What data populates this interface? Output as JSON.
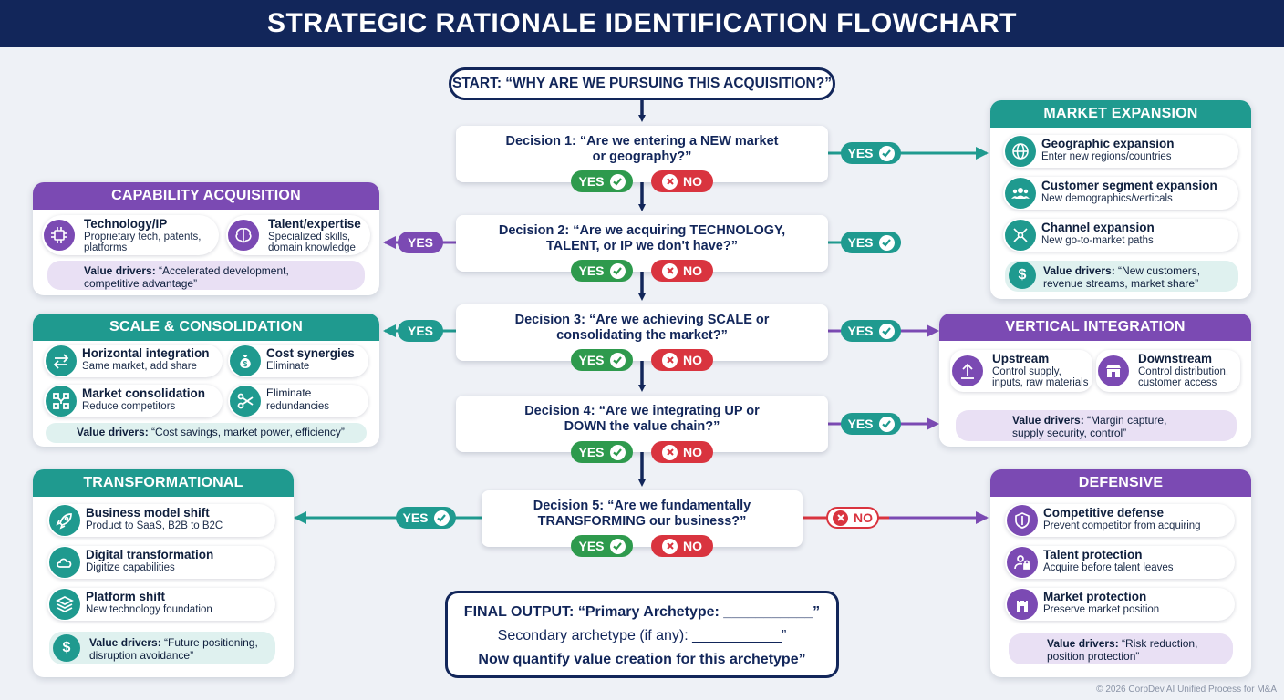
{
  "title": "STRATEGIC RATIONALE IDENTIFICATION FLOWCHART",
  "start": "START: “WHY ARE WE PURSUING THIS ACQUISITION?”",
  "decisions": [
    {
      "line1": "Decision 1: “Are we entering a NEW market",
      "line2": "or geography?”"
    },
    {
      "line1": "Decision 2: “Are we acquiring TECHNOLOGY,",
      "line2": "TALENT, or IP we don't have?”"
    },
    {
      "line1": "Decision 3: “Are we achieving SCALE or",
      "line2": "consolidating the market?”"
    },
    {
      "line1": "Decision 4: “Are we integrating UP or",
      "line2": "DOWN the value chain?”"
    },
    {
      "line1": "Decision 5: “Are we fundamentally",
      "line2": "TRANSFORMING our business?”"
    }
  ],
  "labels": {
    "yes": "YES",
    "no": "NO"
  },
  "market_expansion": {
    "title": "MARKET EXPANSION",
    "items": [
      {
        "icon": "globe-icon",
        "title": "Geographic expansion",
        "sub": "Enter new regions/countries"
      },
      {
        "icon": "people-icon",
        "title": "Customer segment expansion",
        "sub": "New demographics/verticals"
      },
      {
        "icon": "network-icon",
        "title": "Channel expansion",
        "sub": "New go-to-market paths"
      }
    ],
    "drivers_label": "Value drivers:",
    "drivers_1": " “New customers,",
    "drivers_2": "revenue streams, market share”"
  },
  "capability": {
    "title": "CAPABILITY ACQUISITION",
    "items": [
      {
        "icon": "chip-icon",
        "title": "Technology/IP",
        "sub1": "Proprietary tech, patents,",
        "sub2": "platforms"
      },
      {
        "icon": "brain-icon",
        "title": "Talent/expertise",
        "sub1": "Specialized skills,",
        "sub2": "domain knowledge"
      }
    ],
    "drivers_label": "Value drivers:",
    "drivers_1": " “Accelerated development,",
    "drivers_2": "competitive advantage”"
  },
  "scale": {
    "title": "SCALE & CONSOLIDATION",
    "items": [
      {
        "icon": "arrows-icon",
        "title": "Horizontal integration",
        "sub": "Same market, add share"
      },
      {
        "icon": "money-bag-icon",
        "title": "Cost synergies",
        "sub": "Eliminate"
      },
      {
        "icon": "merge-icon",
        "title": "Market consolidation",
        "sub": "Reduce competitors"
      },
      {
        "icon": "scissors-icon",
        "title": "Eliminate",
        "sub": "redundancies"
      }
    ],
    "drivers_label": "Value drivers:",
    "drivers_1": " “Cost savings, market power, efficiency”"
  },
  "vertical": {
    "title": "VERTICAL INTEGRATION",
    "items": [
      {
        "icon": "upstream-icon",
        "title": "Upstream",
        "sub1": "Control supply,",
        "sub2": "inputs, raw materials"
      },
      {
        "icon": "store-icon",
        "title": "Downstream",
        "sub1": "Control distribution,",
        "sub2": "customer access"
      }
    ],
    "drivers_label": "Value drivers:",
    "drivers_1": " “Margin capture,",
    "drivers_2": "supply security, control”"
  },
  "transformational": {
    "title": "TRANSFORMATIONAL",
    "items": [
      {
        "icon": "rocket-icon",
        "title": "Business model shift",
        "sub": "Product to SaaS, B2B to B2C"
      },
      {
        "icon": "cloud-icon",
        "title": "Digital transformation",
        "sub": "Digitize capabilities"
      },
      {
        "icon": "layers-icon",
        "title": "Platform shift",
        "sub": "New technology foundation"
      }
    ],
    "drivers_label": "Value drivers:",
    "drivers_1": " “Future positioning,",
    "drivers_2": "disruption avoidance”"
  },
  "defensive": {
    "title": "DEFENSIVE",
    "items": [
      {
        "icon": "shield-icon",
        "title": "Competitive defense",
        "sub": "Prevent competitor from acquiring"
      },
      {
        "icon": "user-lock-icon",
        "title": "Talent protection",
        "sub": "Acquire before talent leaves"
      },
      {
        "icon": "castle-icon",
        "title": "Market protection",
        "sub": "Preserve market position"
      }
    ],
    "drivers_label": "Value drivers:",
    "drivers_1": " “Risk reduction,",
    "drivers_2": "position protection”"
  },
  "final": {
    "line1": "FINAL OUTPUT: “Primary Archetype: ___________”",
    "line2": "Secondary archetype (if any): ___________”",
    "line3": "Now quantify value creation for this archetype”"
  },
  "footer": "© 2026 CorpDev.AI Unified Process for M&A",
  "colors": {
    "navy": "#12265a",
    "teal": "#1f9a8f",
    "purple": "#7b4ab3",
    "green": "#2e9a4d",
    "red": "#d9343f"
  }
}
